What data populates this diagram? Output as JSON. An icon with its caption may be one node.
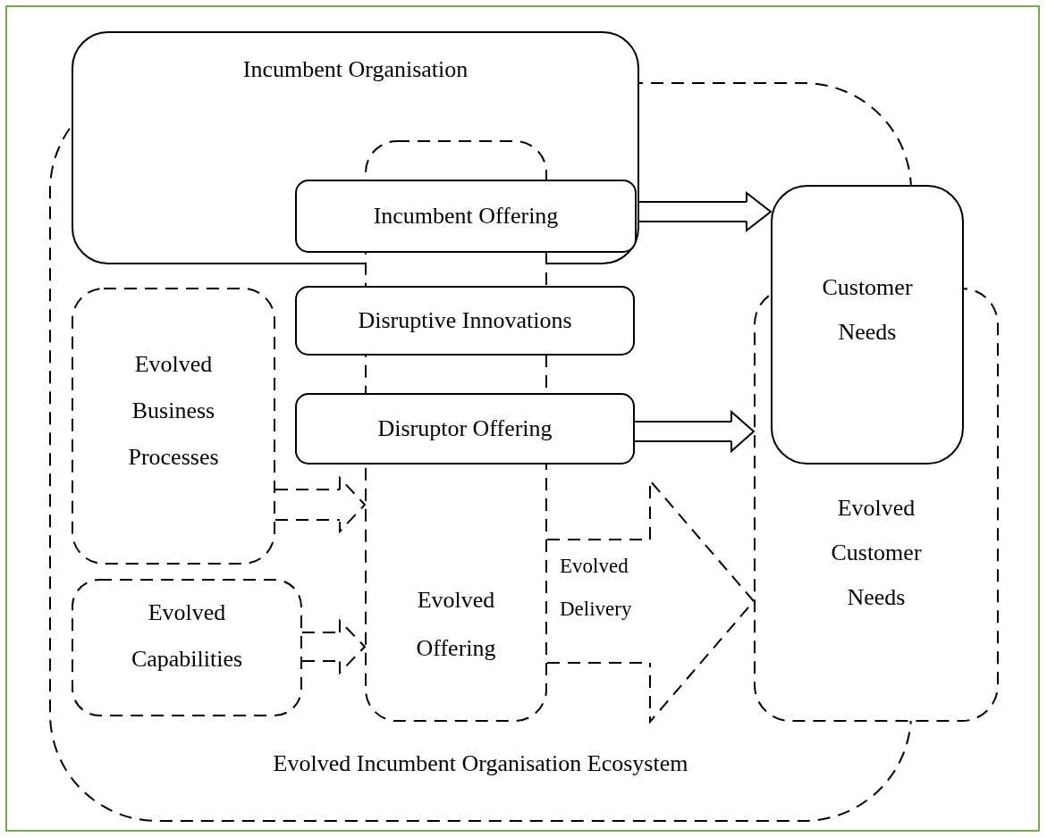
{
  "diagram": {
    "nodes": [
      {
        "text": [
          "Evolved Incumbent Organisation Ecosystem"
        ]
      },
      {
        "text": [
          "Incumbent Organisation"
        ]
      },
      {
        "text": [
          "Evolved Offering"
        ],
        "in": 0
      },
      {
        "text": [
          "Incumbent Offering"
        ]
      },
      {
        "text": [
          "Disruptive Innovations"
        ],
        "in": 0
      },
      {
        "text": [
          "Disruptor Offering"
        ],
        "in": 0
      },
      {
        "text": [
          "Evolved Business Processes"
        ],
        "in": 0
      },
      {
        "text": [
          "Evolved Capabilities"
        ],
        "in": 0
      },
      {
        "text": [
          "Customer Needs"
        ]
      },
      {
        "text": [
          "Evolved Customer Needs"
        ]
      }
    ],
    "edges": [
      {
        "from": 3,
        "to": 8,
        "arrow": "to"
      },
      {
        "from": 5,
        "to": 9,
        "arrow": "to"
      },
      {
        "from": 6,
        "to": 2,
        "arrow": "to",
        "style": "dashed"
      },
      {
        "from": 7,
        "to": 2,
        "arrow": "to",
        "style": "dashed"
      },
      {
        "from": 2,
        "to": 9,
        "arrow": "to",
        "style": "dashed",
        "label": "Evolved Delivery"
      }
    ]
  }
}
